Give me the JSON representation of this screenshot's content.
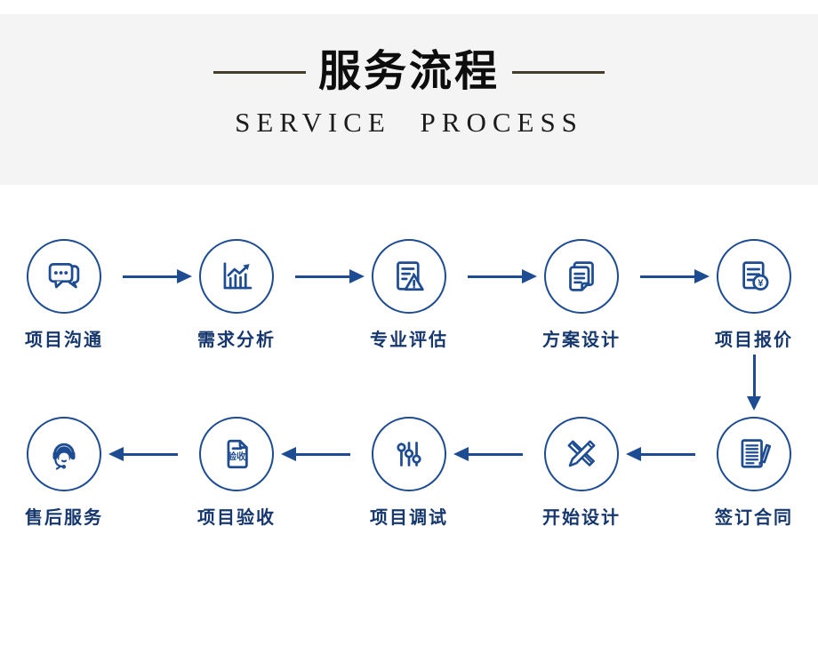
{
  "header": {
    "title": "服务流程",
    "subtitle": "SERVICE PROCESS"
  },
  "flow": {
    "row1": {
      "direction": "right",
      "steps": [
        {
          "label": "项目沟通",
          "icon": "chat-bubbles"
        },
        {
          "label": "需求分析",
          "icon": "growth-chart"
        },
        {
          "label": "专业评估",
          "icon": "document-warning"
        },
        {
          "label": "方案设计",
          "icon": "documents-stack"
        },
        {
          "label": "项目报价",
          "icon": "quote-yen",
          "badge": "¥"
        }
      ]
    },
    "row2": {
      "direction": "left",
      "steps": [
        {
          "label": "售后服务",
          "icon": "headset-agent"
        },
        {
          "label": "项目验收",
          "icon": "acceptance-doc",
          "stamp": "验收"
        },
        {
          "label": "项目调试",
          "icon": "sliders"
        },
        {
          "label": "开始设计",
          "icon": "pencil-ruler"
        },
        {
          "label": "签订合同",
          "icon": "contract-pen"
        }
      ]
    }
  },
  "colors": {
    "accent_blue": "#1e4c93",
    "label_blue": "#16386e",
    "title_rule": "#433c2b",
    "band_bg": "#f4f4f4"
  }
}
